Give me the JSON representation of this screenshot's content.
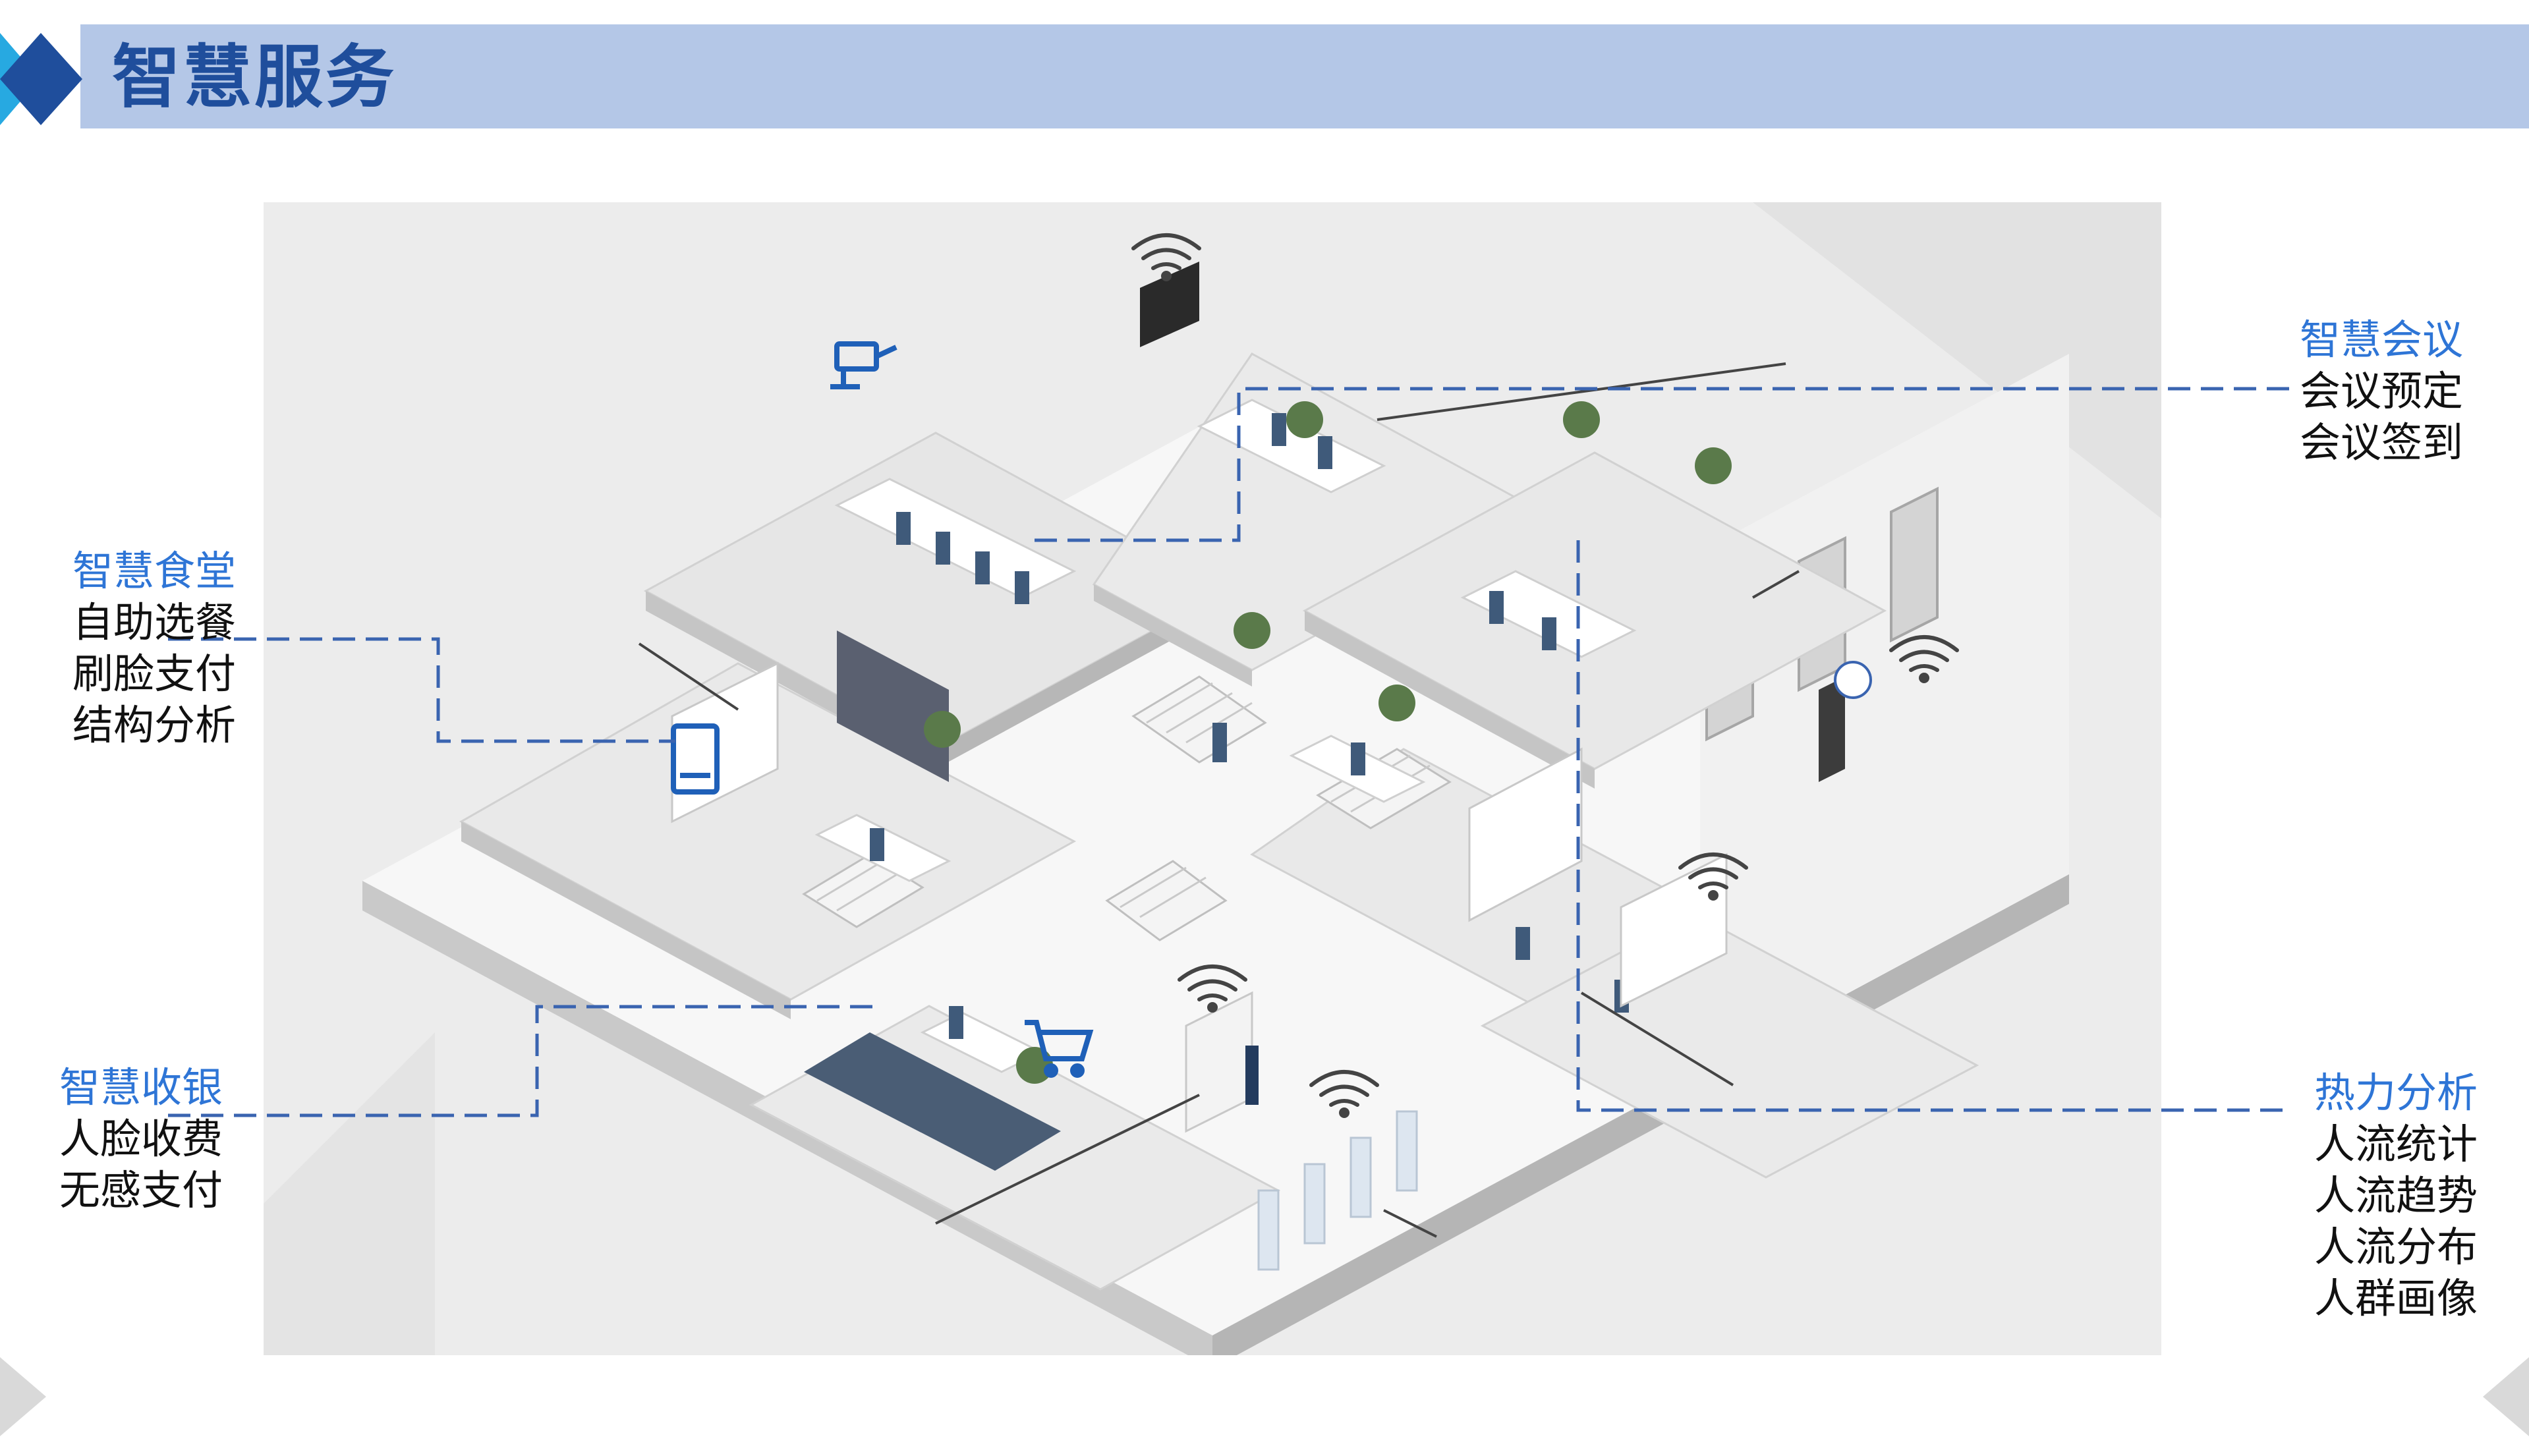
{
  "header": {
    "title": "智慧服务"
  },
  "callouts": {
    "canteen": {
      "title": "智慧食堂",
      "items": [
        "自助选餐",
        "刷脸支付",
        "结构分析"
      ]
    },
    "cashier": {
      "title": "智慧收银",
      "items": [
        "人脸收费",
        "无感支付"
      ]
    },
    "meeting": {
      "title": "智慧会议",
      "items": [
        "会议预定",
        "会议签到"
      ]
    },
    "heatmap": {
      "title": "热力分析",
      "items": [
        "人流统计",
        "人流趋势",
        "人流分布",
        "人群画像"
      ]
    }
  },
  "colors": {
    "accent": "#2e75d6",
    "header_band": "#b4c7e7",
    "title": "#1f4e9c",
    "connector": "#3a64b0"
  },
  "icons": [
    "wifi-icon",
    "camera-icon",
    "tablet-icon",
    "shopping-cart-icon",
    "diamond-icon"
  ]
}
